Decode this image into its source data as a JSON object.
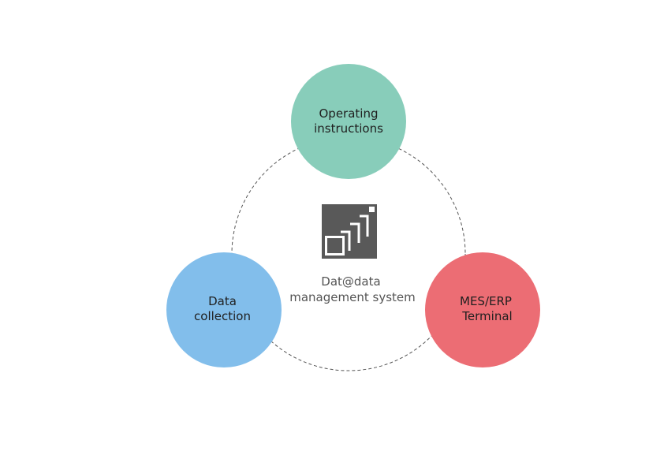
{
  "diagram": {
    "center": {
      "icon": "stacked-squares-logo-icon",
      "title_line1": "Dat@data",
      "title_line2": "management system"
    },
    "nodes": [
      {
        "id": "operating-instructions",
        "line1": "Operating",
        "line2": "instructions",
        "color": "#88CDBA"
      },
      {
        "id": "data-collection",
        "line1": "Data",
        "line2": "collection",
        "color": "#82BEEB"
      },
      {
        "id": "mes-erp-terminal",
        "line1": "MES/ERP",
        "line2": "Terminal",
        "color": "#EC6D74"
      }
    ],
    "connector_color": "#555555",
    "logo_color": "#595959"
  }
}
